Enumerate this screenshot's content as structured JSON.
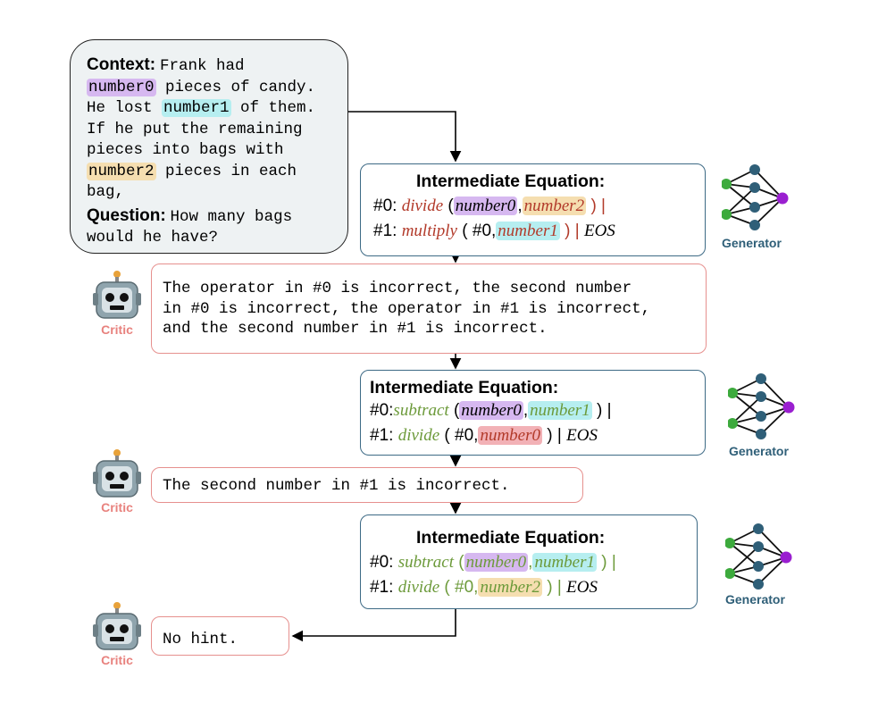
{
  "context": {
    "context_label": "Context:",
    "lines": [
      [
        "Frank had"
      ],
      [
        "",
        "number0",
        " pieces of candy."
      ],
      [
        "He lost ",
        "number1",
        " of them."
      ],
      [
        "If he put the remaining"
      ],
      [
        "pieces into bags with"
      ],
      [
        "",
        "number2",
        " pieces in each"
      ],
      [
        "bag,"
      ]
    ],
    "question_label": "Question:",
    "question_text_1": "How many bags",
    "question_text_2": "would he have?"
  },
  "step1": {
    "title": "Intermediate Equation:",
    "l0_prefix": "#0:",
    "l0_op": "divide",
    "l0_open": "(",
    "l0_a": "number0",
    "l0_comma": ",",
    "l0_b": "number2",
    "l0_close": ") |",
    "l1_prefix": "#1:",
    "l1_op": "multiply",
    "l1_open": "( #0,",
    "l1_b": "number1",
    "l1_close": ") |",
    "l1_eos": "EOS",
    "generator_label": "Generator"
  },
  "critic1": {
    "label": "Critic",
    "lines": [
      "The operator in #0 is incorrect, the second number",
      "in #0 is incorrect, the operator in #1 is incorrect,",
      "and the second number in #1 is incorrect."
    ]
  },
  "step2": {
    "title": "Intermediate Equation:",
    "l0_prefix": "#0:",
    "l0_op": "subtract",
    "l0_open": "(",
    "l0_a": "number0",
    "l0_comma": ",",
    "l0_b": "number1",
    "l0_close": ") |",
    "l1_prefix": "#1:",
    "l1_op": "divide",
    "l1_open": "( #0,",
    "l1_b": "number0",
    "l1_close": ") |",
    "l1_eos": "EOS",
    "generator_label": "Generator"
  },
  "critic2": {
    "label": "Critic",
    "text": "The second number in #1 is incorrect."
  },
  "step3": {
    "title": "Intermediate Equation:",
    "l0_prefix": "#0:",
    "l0_op": "subtract",
    "l0_open": "(",
    "l0_a": "number0",
    "l0_comma": ",",
    "l0_b": "number1",
    "l0_close": ") |",
    "l1_prefix": "#1:",
    "l1_op": "divide",
    "l1_open": "( #0,",
    "l1_b": "number2",
    "l1_close": ") |",
    "l1_eos": "EOS",
    "generator_label": "Generator"
  },
  "critic3": {
    "label": "Critic",
    "text": "No hint."
  },
  "colors": {
    "box_border": "#3d6a85",
    "critic_border": "#e6908e",
    "critic_label": "#e8827e",
    "generator_label": "#2f5f78",
    "node_green": "#3daa3d",
    "node_blue": "#2f5f78",
    "node_purple": "#9a1fd0",
    "op_wrong": "#b23a2a",
    "op_right": "#6c9a3a"
  }
}
